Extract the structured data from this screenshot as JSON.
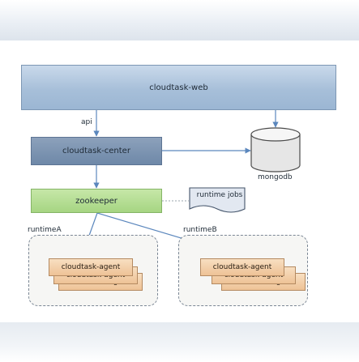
{
  "diagram": {
    "web_label": "cloudtask-web",
    "center_label": "cloudtask-center",
    "zookeeper_label": "zookeeper",
    "mongodb_label": "mongodb",
    "runtime_jobs_label": "runtime jobs",
    "api_label": "api",
    "runtime_a_label": "runtimeA",
    "runtime_b_label": "runtimeB",
    "agent_label": "cloudtask-agent"
  },
  "colors": {
    "web_fill": "#a7bfd9",
    "center_fill": "#6e88a8",
    "zookeeper_fill": "#a6d582",
    "agent_fill": "#eec296",
    "arrow": "#5b87bd"
  }
}
